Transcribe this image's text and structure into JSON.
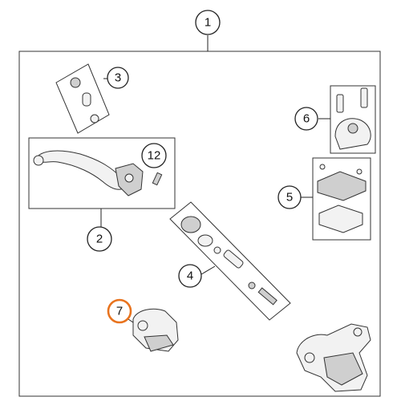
{
  "callouts": {
    "c1": "1",
    "c2": "2",
    "c3": "3",
    "c4": "4",
    "c5": "5",
    "c6": "6",
    "c7": "7",
    "c12": "12"
  },
  "colors": {
    "highlight": "#e8731e",
    "line": "#333333"
  }
}
